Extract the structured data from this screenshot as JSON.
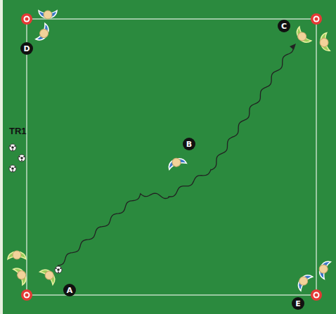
{
  "diagram": {
    "labels": [
      "TR1",
      "D",
      "C",
      "B",
      "A",
      "E"
    ]
  }
}
